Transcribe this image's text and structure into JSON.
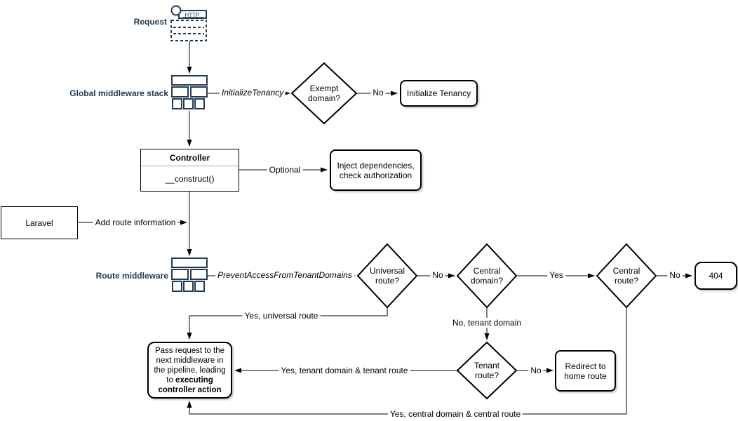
{
  "colors": {
    "accent_navy": "#243b53",
    "line": "#000000",
    "node_border": "#000000",
    "background": "#ffffff"
  },
  "stages": {
    "request_label": "Request",
    "global_middleware_label": "Global middleware stack",
    "route_middleware_label": "Route middleware",
    "http_label": "HTTP"
  },
  "nodes": {
    "exempt_domain": "Exempt domain?",
    "initialize_tenancy": "Initialize Tenancy",
    "controller_title": "Controller",
    "controller_method": "__construct()",
    "inject_dependencies": "Inject dependencies, check authorization",
    "laravel": "Laravel",
    "universal_route": "Universal route?",
    "central_domain": "Central domain?",
    "central_route": "Central route?",
    "not_found": "404",
    "tenant_route": "Tenant route?",
    "redirect_home": "Redirect to home route",
    "pass_request_text": "Pass request to the next middleware in the pipeline, leading to ",
    "pass_request_bold": "executing controller action"
  },
  "edge_labels": {
    "initialize_tenancy_middleware": "InitializeTenancy",
    "prevent_access_middleware": "PreventAccessFromTenantDomains",
    "exempt_no": "No",
    "optional": "Optional",
    "add_route_information": "Add route information",
    "universal_no": "No",
    "central_domain_yes": "Yes",
    "central_route_no": "No",
    "tenant_route_no": "No",
    "yes_universal_route": "Yes, universal route",
    "no_tenant_domain": "No, tenant domain",
    "yes_tenant_domain_route": "Yes, tenant domain & tenant route",
    "yes_central_domain_route": "Yes, central domain & central route"
  }
}
